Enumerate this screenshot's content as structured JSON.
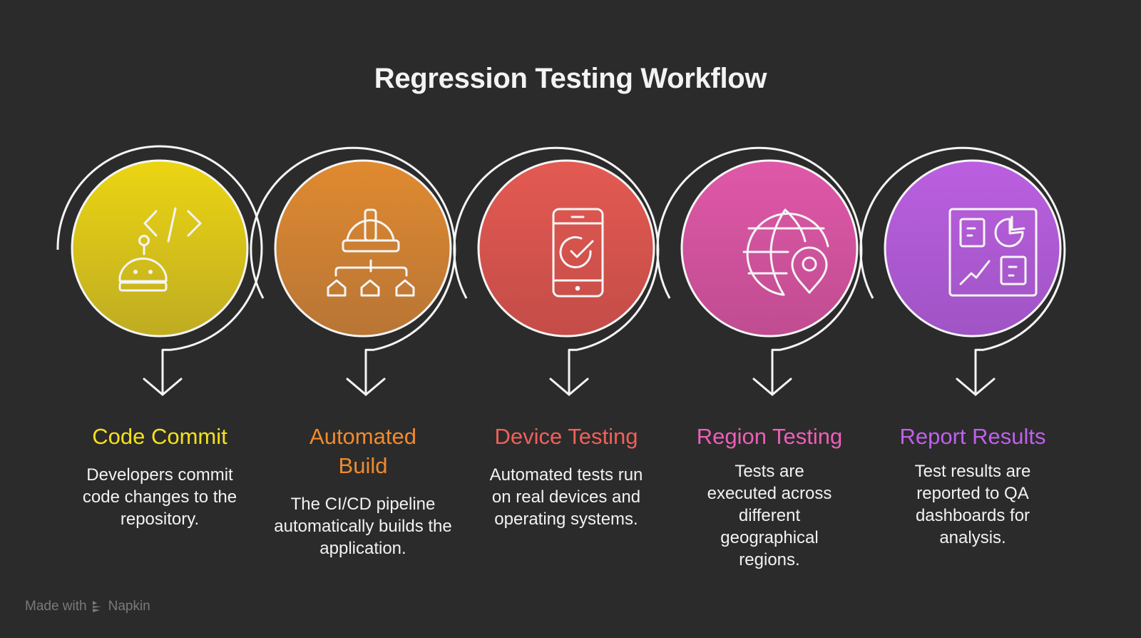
{
  "title": "Regression Testing Workflow",
  "steps": [
    {
      "title": "Code Commit",
      "description": "Developers commit code changes to the repository.",
      "icon": "robot-code-icon",
      "color": "#f5e11a",
      "fill_top": "#ecd512",
      "fill_bottom": "#bfac22"
    },
    {
      "title": "Automated Build",
      "description": "The CI/CD pipeline automatically builds the application.",
      "icon": "hardhat-hierarchy-icon",
      "color": "#f08a2e",
      "fill_top": "#e08a30",
      "fill_bottom": "#b87535"
    },
    {
      "title": "Device Testing",
      "description": "Automated tests run on real devices and operating systems.",
      "icon": "mobile-check-icon",
      "color": "#f0605a",
      "fill_top": "#e35a52",
      "fill_bottom": "#c44c48"
    },
    {
      "title": "Region Testing",
      "description": "Tests are executed across different geographical regions.",
      "icon": "globe-pin-icon",
      "color": "#ee5eb8",
      "fill_top": "#df58a8",
      "fill_bottom": "#c04c90"
    },
    {
      "title": "Report Results",
      "description": "Test results are reported to QA dashboards for analysis.",
      "icon": "dashboard-icon",
      "color": "#c060ec",
      "fill_top": "#bb5fe0",
      "fill_bottom": "#9f54c4"
    }
  ],
  "footer": {
    "made_with": "Made with",
    "brand": "Napkin"
  }
}
